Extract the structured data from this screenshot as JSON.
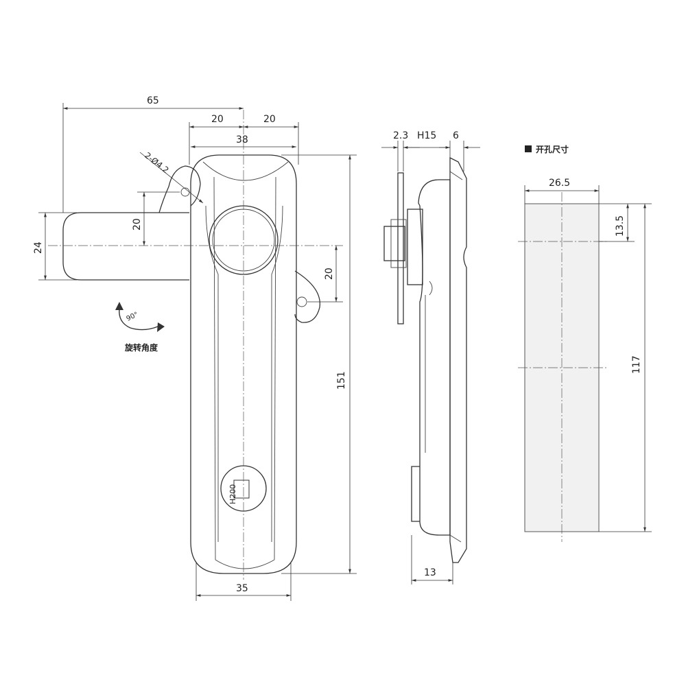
{
  "front_view": {
    "dims": {
      "overall_width": "65",
      "left_half": "20",
      "right_half": "20",
      "body_top_width": "38",
      "hole_spec": "2-Ø4.2",
      "pivot_offset": "20",
      "bar_height": "24",
      "lower_hole_offset": "20",
      "total_height": "151",
      "body_bottom_width": "35"
    },
    "rotation": {
      "angle": "90°",
      "caption": "旋转角度"
    },
    "lock_marking": "H200"
  },
  "side_view": {
    "dims": {
      "plate_thickness": "2.3",
      "mounting_depth": "H15",
      "cap_thickness": "6",
      "bottom_depth": "13"
    }
  },
  "cutout_view": {
    "title": "开孔尺寸",
    "dims": {
      "width": "26.5",
      "top_offset": "13.5",
      "height": "117"
    },
    "fill_color": "#f1f1f1"
  }
}
